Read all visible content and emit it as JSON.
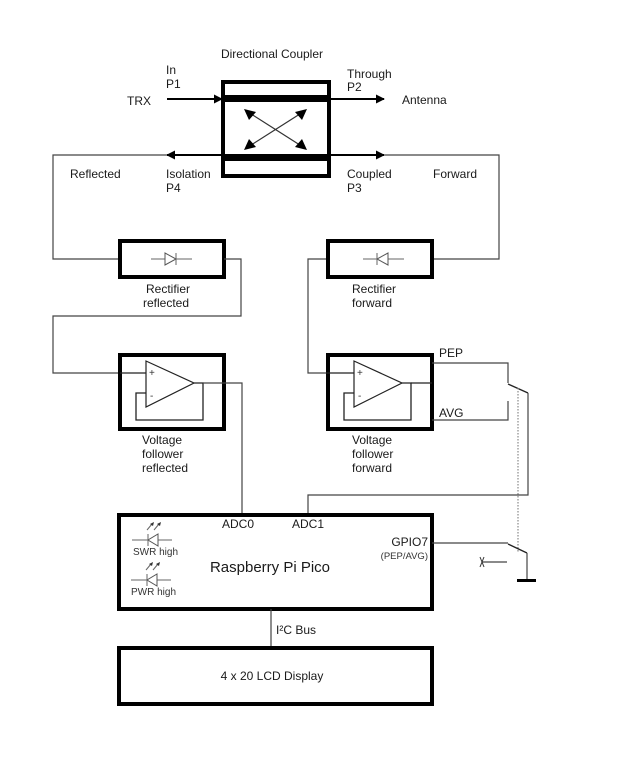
{
  "coupler": {
    "title": "Directional Coupler",
    "port_in": {
      "line1": "In",
      "line2": "P1"
    },
    "port_through": {
      "line1": "Through",
      "line2": "P2"
    },
    "port_isolation": {
      "line1": "Isolation",
      "line2": "P4"
    },
    "port_coupled": {
      "line1": "Coupled",
      "line2": "P3"
    }
  },
  "signals": {
    "trx": "TRX",
    "antenna": "Antenna",
    "reflected": "Reflected",
    "forward": "Forward"
  },
  "rectifier_reflected": {
    "line1": "Rectifier",
    "line2": "reflected"
  },
  "rectifier_forward": {
    "line1": "Rectifier",
    "line2": "forward"
  },
  "follower_reflected": {
    "line1": "Voltage",
    "line2": "follower",
    "line3": "reflected",
    "plus": "+",
    "minus": "-"
  },
  "follower_forward": {
    "line1": "Voltage",
    "line2": "follower",
    "line3": "forward",
    "plus": "+",
    "minus": "-"
  },
  "switch": {
    "pep": "PEP",
    "avg": "AVG"
  },
  "pico": {
    "title": "Raspberry Pi Pico",
    "adc0": "ADC0",
    "adc1": "ADC1",
    "gpio": "GPIO7",
    "gpio_sub": "(PEP/AVG)",
    "led1": "SWR high",
    "led2": "PWR high"
  },
  "bus": {
    "label": "I²C Bus"
  },
  "lcd": {
    "title": "4 x 20 LCD Display"
  }
}
